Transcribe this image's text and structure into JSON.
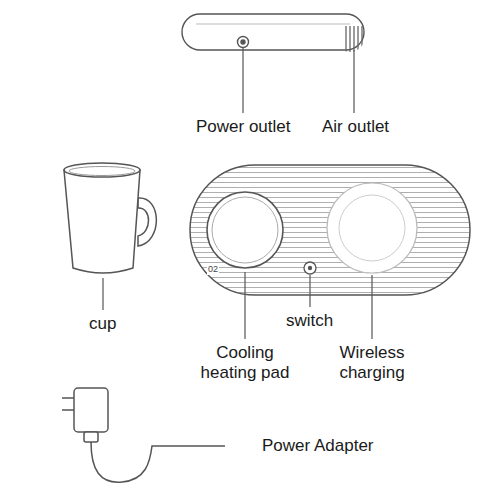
{
  "diagram": {
    "labels": [
      "Power outlet",
      "Air outlet",
      "cup",
      "02",
      "switch",
      "Cooling heating pad",
      "Wireless charging",
      "Power Adapter"
    ]
  }
}
